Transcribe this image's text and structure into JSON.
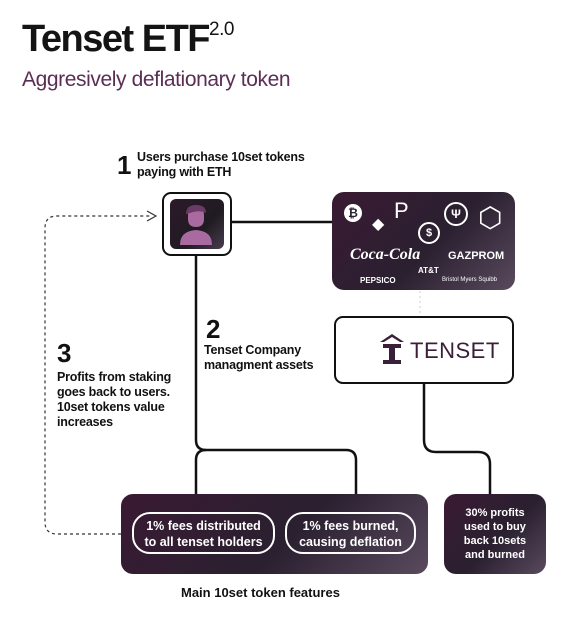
{
  "header": {
    "title": "Tenset ETF",
    "title_sup": "2.0",
    "subtitle": "Aggresively deflationary token"
  },
  "steps": [
    {
      "number": "1",
      "text_line1": "Users purchase 10set tokens",
      "text_line2": "paying with ETH"
    },
    {
      "number": "2",
      "text_line1": "Tenset Company",
      "text_line2": "managment assets"
    },
    {
      "number": "3",
      "text_line1": "Profits from staking",
      "text_line2": "goes back to users.",
      "text_line3": "10set tokens value",
      "text_line4": "increases"
    }
  ],
  "assets": {
    "coca_cola": "Coca-Cola",
    "gazprom": "GAZPROM",
    "att": "AT&T",
    "pepsico": "PEPSICO",
    "bms": "Bristol Myers Squibb"
  },
  "tenset": {
    "wordmark": "TENSET"
  },
  "features": {
    "fees_distributed_line1": "1% fees distributed",
    "fees_distributed_line2": "to all tenset holders",
    "fees_burned_line1": "1% fees burned,",
    "fees_burned_line2": "causing deflation",
    "caption": "Main 10set token features"
  },
  "profits": {
    "line1": "30% profits",
    "line2": "used to buy",
    "line3": "back 10sets",
    "line4": "and burned"
  },
  "colors": {
    "accent": "#5b2e55",
    "dark_box": "#2a2030",
    "text": "#111111"
  },
  "icons": [
    "user-icon",
    "bitcoin-icon",
    "polkadot-icon",
    "ethereum-icon",
    "usdc-icon",
    "theta-icon",
    "chainlink-icon",
    "tenset-logo-icon"
  ]
}
